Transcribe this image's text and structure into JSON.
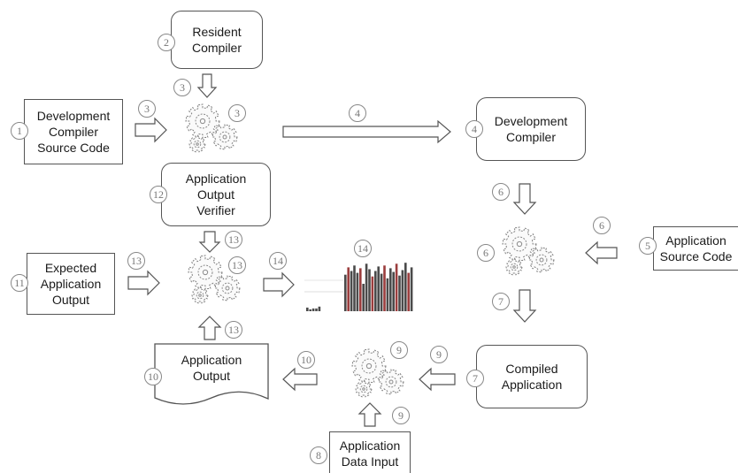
{
  "nodes": {
    "resident_compiler": {
      "line1": "Resident",
      "line2": "Compiler"
    },
    "dev_compiler_source": {
      "line1": "Development",
      "line2": "Compiler",
      "line3": "Source Code"
    },
    "development_compiler": {
      "line1": "Development",
      "line2": "Compiler"
    },
    "application_output_verifier": {
      "line1": "Application",
      "line2": "Output",
      "line3": "Verifier"
    },
    "expected_application_output": {
      "line1": "Expected",
      "line2": "Application",
      "line3": "Output"
    },
    "application_source_code": {
      "line1": "Application",
      "line2": "Source Code"
    },
    "application_output": {
      "line1": "Application",
      "line2": "Output"
    },
    "compiled_application": {
      "line1": "Compiled",
      "line2": "Application"
    },
    "application_data_input": {
      "line1": "Application",
      "line2": "Data Input"
    }
  },
  "badges": {
    "b1": "1",
    "b2": "2",
    "b3a": "3",
    "b3b": "3",
    "b3c": "3",
    "b4a": "4",
    "b4b": "4",
    "b5": "5",
    "b6a": "6",
    "b6b": "6",
    "b6c": "6",
    "b7a": "7",
    "b7b": "7",
    "b8": "8",
    "b9a": "9",
    "b9b": "9",
    "b9c": "9",
    "b10a": "10",
    "b10b": "10",
    "b11": "11",
    "b12": "12",
    "b13a": "13",
    "b13b": "13",
    "b13c": "13",
    "b13d": "13",
    "b14a": "14"
  },
  "chart_data": {
    "type": "bar",
    "groups": [
      {
        "name": "left-cluster",
        "values": [
          4,
          2,
          3,
          3,
          5
        ]
      },
      {
        "name": "right-cluster",
        "values": [
          40,
          48,
          44,
          50,
          42,
          47,
          30,
          52,
          46,
          38,
          44,
          49,
          41,
          50,
          36,
          47,
          43,
          52,
          39,
          45,
          53,
          42,
          48
        ]
      }
    ],
    "ylim": [
      0,
      60
    ],
    "colors": {
      "dark": "#4a4a4a",
      "accent": "#9b3d3d"
    }
  }
}
